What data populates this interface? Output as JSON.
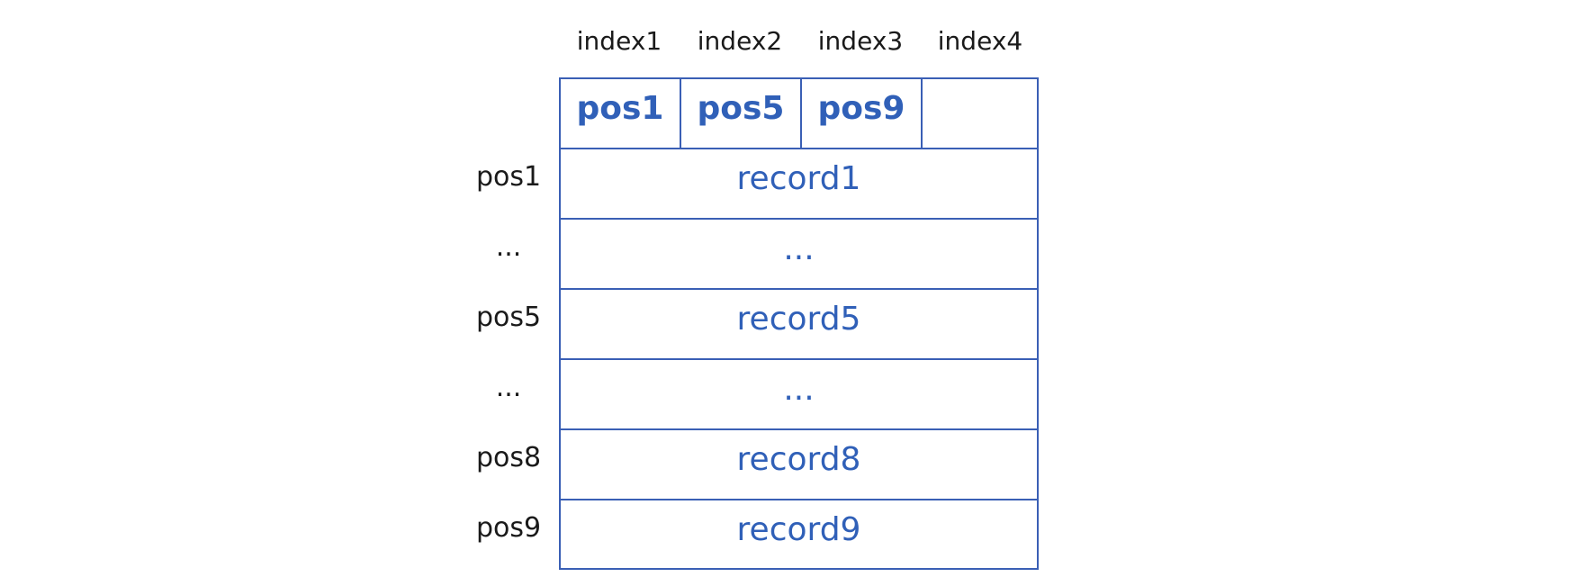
{
  "index_headers": [
    "index1",
    "index2",
    "index3",
    "index4"
  ],
  "index_values": [
    "pos1",
    "pos5",
    "pos9",
    ""
  ],
  "rows": [
    {
      "pos": "pos1",
      "record": "record1"
    },
    {
      "pos": "...",
      "record": "..."
    },
    {
      "pos": "pos5",
      "record": "record5"
    },
    {
      "pos": "...",
      "record": "..."
    },
    {
      "pos": "pos8",
      "record": "record8"
    },
    {
      "pos": "pos9",
      "record": "record9"
    }
  ],
  "colors": {
    "border": "#3a5fb5",
    "accent_text": "#3060b8",
    "label_text": "#1a1a1a"
  }
}
